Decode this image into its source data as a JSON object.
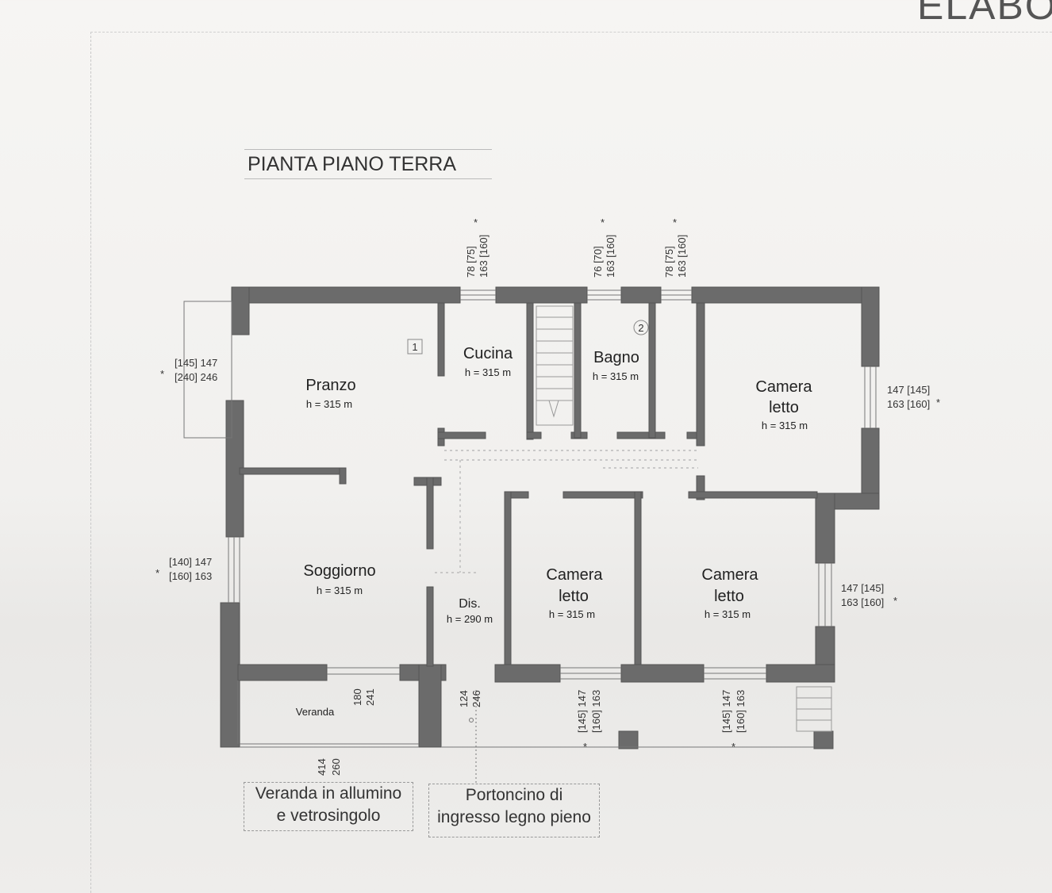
{
  "corner_title": "ELABO",
  "plan_title": "PIANTA PIANO TERRA",
  "rooms": {
    "pranzo": {
      "name": "Pranzo",
      "height": "h = 315 m"
    },
    "cucina": {
      "name": "Cucina",
      "height": "h = 315 m"
    },
    "bagno": {
      "name": "Bagno",
      "height": "h = 315 m"
    },
    "camera_ne": {
      "name1": "Camera",
      "name2": "letto",
      "height": "h = 315 m"
    },
    "soggiorno": {
      "name": "Soggiorno",
      "height": "h = 315 m"
    },
    "dis": {
      "name": "Dis.",
      "height": "h = 290 m"
    },
    "camera_c": {
      "name1": "Camera",
      "name2": "letto",
      "height": "h = 315 m"
    },
    "camera_e": {
      "name1": "Camera",
      "name2": "letto",
      "height": "h = 315 m"
    },
    "veranda": {
      "name": "Veranda"
    }
  },
  "markers": {
    "m1": "1",
    "m2": "2"
  },
  "windows": {
    "top_cucina": {
      "a": "78 [75]",
      "b": "163 [160]",
      "star": "*"
    },
    "top_bagno": {
      "a": "76 [70]",
      "b": "163 [160]",
      "star": "*"
    },
    "top_corr": {
      "a": "78 [75]",
      "b": "163 [160]",
      "star": "*"
    },
    "left_pranzo": {
      "a": "[145] 147",
      "b": "[240] 246",
      "star": "*"
    },
    "left_soggiorno": {
      "a": "[140] 147",
      "b": "[160] 163",
      "star": "*"
    },
    "right_camera_ne": {
      "a": "147 [145]",
      "b": "163 [160]",
      "star": "*"
    },
    "right_camera_e": {
      "a": "147 [145]",
      "b": "163 [160]",
      "star": "*"
    },
    "bottom_camera_c": {
      "a": "[145] 147",
      "b": "[160] 163",
      "star": "*"
    },
    "bottom_camera_e": {
      "a": "[145] 147",
      "b": "[160] 163",
      "star": "*"
    },
    "veranda_side": {
      "a": "180",
      "b": "241"
    },
    "entrance": {
      "a": "124",
      "b": "246"
    },
    "veranda_bottom": {
      "a": "414",
      "b": "260"
    }
  },
  "notes": {
    "veranda": {
      "line1": "Veranda in allumino",
      "line2": "e vetrosingolo"
    },
    "door": {
      "line1": "Portoncino di",
      "line2": "ingresso legno pieno"
    }
  },
  "colors": {
    "wall": "#6b6b6b",
    "ink": "#333333"
  }
}
